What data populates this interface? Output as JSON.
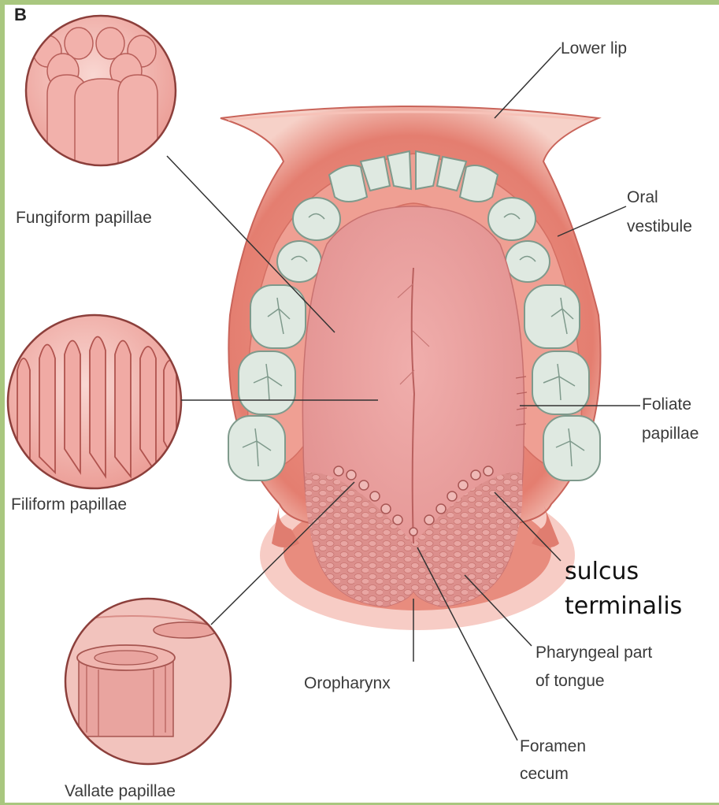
{
  "figure": {
    "panel_letter": "B",
    "labels": {
      "lower_lip": "Lower lip",
      "oral_vestibule_1": "Oral",
      "oral_vestibule_2": "vestibule",
      "fungiform": "Fungiform papillae",
      "filiform": "Filiform papillae",
      "foliate_1": "Foliate",
      "foliate_2": "papillae",
      "sulcus_1": "sulcus",
      "sulcus_2": "terminalis",
      "pharyngeal_1": "Pharyngeal part",
      "pharyngeal_2": "of tongue",
      "oropharynx": "Oropharynx",
      "foramen_1": "Foramen",
      "foramen_2": "cecum",
      "vallate": "Vallate papillae"
    }
  },
  "colors": {
    "frame": "#a9c77f",
    "lip": "#e07a6a",
    "gum": "#e8887a",
    "tongue": "#e9a1a0",
    "tongue_back": "#dd8d8a",
    "tooth": "#dfe9e1",
    "tooth_outline": "#7f9a8c",
    "leader": "#333333"
  }
}
